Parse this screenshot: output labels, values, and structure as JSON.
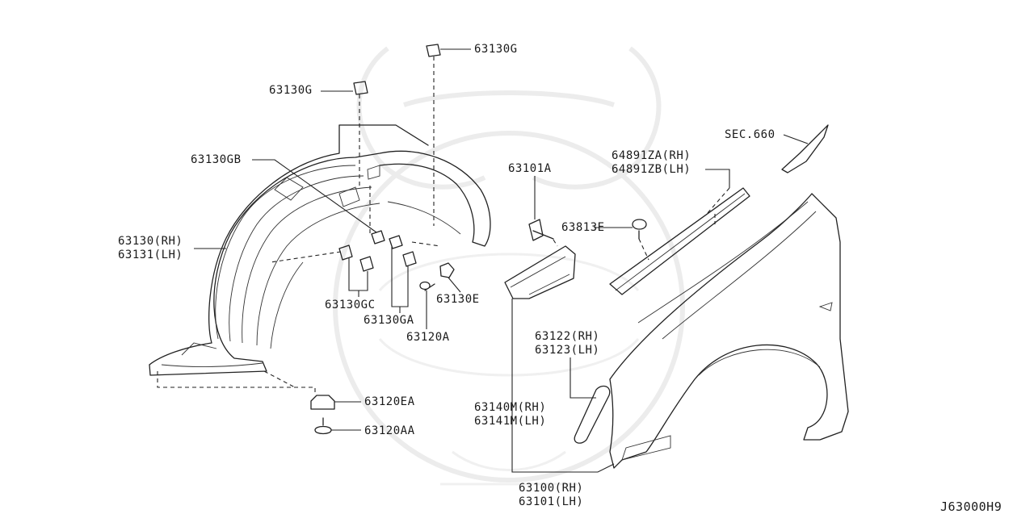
{
  "diagram": {
    "code": "J63000H9",
    "labels": {
      "p63130g_top": "63130G",
      "p63130g_left": "63130G",
      "p63130gb": "63130GB",
      "p63130_rh": "63130(RH)",
      "p63131_lh": "63131(LH)",
      "p63130gc": "63130GC",
      "p63130ga": "63130GA",
      "p63130e": "63130E",
      "p63120a": "63120A",
      "p63120ea": "63120EA",
      "p63120aa": "63120AA",
      "p63101a": "63101A",
      "p63813e": "63813E",
      "p64891za_rh": "64891ZA(RH)",
      "p64891zb_lh": "64891ZB(LH)",
      "sec660": "SEC.660",
      "p63122_rh": "63122(RH)",
      "p63123_lh": "63123(LH)",
      "p63140m_rh": "63140M(RH)",
      "p63141m_lh": "63141M(LH)",
      "p63100_rh": "63100(RH)",
      "p63101_lh": "63101(LH)"
    }
  }
}
